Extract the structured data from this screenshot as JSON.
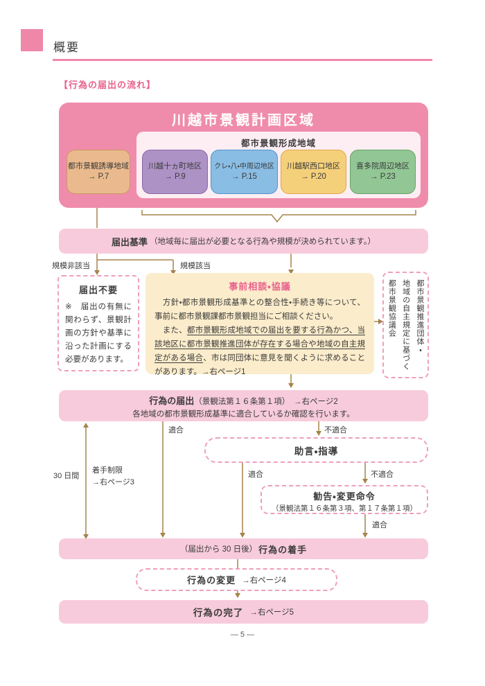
{
  "page": {
    "header_title": "概要",
    "section_label": "【行為の届出の流れ】",
    "page_number": "— 5 —"
  },
  "plan_area": {
    "title": "川越市景観計画区域",
    "induction": {
      "name": "都市景観誘導地域",
      "page_ref": "→ P.7",
      "color": "#eaba8e",
      "border": "#cb9660"
    },
    "formation": {
      "title": "都市景観形成地域",
      "districts": [
        {
          "name": "川越十ヵ町地区",
          "page_ref": "→ P.9",
          "color": "#ad92c6",
          "border": "#8968a8"
        },
        {
          "name": "クレ・八・中周辺地区",
          "page_ref": "→ P.15",
          "color": "#8abde4",
          "border": "#4f94cd"
        },
        {
          "name": "川越駅西口地区",
          "page_ref": "→ P.20",
          "color": "#f5d07a",
          "border": "#dfa845"
        },
        {
          "name": "喜多院周辺地区",
          "page_ref": "→ P.23",
          "color": "#92c795",
          "border": "#63a567"
        }
      ]
    }
  },
  "criteria": {
    "title": "届出基準",
    "note": "（地域毎に届出が必要となる行為や規模が決められています。）"
  },
  "branch_labels": {
    "scale_not_applicable": "規模非該当",
    "scale_applicable": "規模該当",
    "conform": "適合",
    "not_conform": "不適合",
    "days30": "30 日間",
    "start_restriction": "着手制限\n→右ページ3"
  },
  "no_notification": {
    "title": "届出不要",
    "body": "※　届出の有無に関わらず、景観計画の方針や基準に沿った計画にする必要があります。"
  },
  "consultation": {
    "title": "事前相談・協議",
    "p1": "　方針・都市景観形成基準との整合性・手続き等について、事前に都市景観課都市景観担当にご相談ください。",
    "p2_pre": "　また、",
    "p2_underline": "都市景観形成地域での届出を要する行為かつ、当該地区に都市景観推進団体が存在する場合や地域の自主規定がある場合",
    "p2_post": "、市は同団体に意見を聞くように求めることがあります。→右ページ1"
  },
  "council": {
    "text": "都市景観推進団体・\n地域の自主規定に基づく\n都市景観協議会"
  },
  "notification": {
    "title": "行為の届出",
    "ref": "（景観法第１６条第１項）　→右ページ2",
    "sub": "各地域の都市景観形成基準に適合しているか確認を行います。"
  },
  "advice": {
    "title": "助言・指導"
  },
  "recommendation": {
    "title": "勧告・変更命令",
    "note": "（景観法第１６条第３項、第１７条第１項）"
  },
  "start": {
    "pre": "（届出から 30 日後）",
    "title": "行為の着手"
  },
  "change": {
    "title": "行為の変更",
    "ref": "→右ページ4"
  },
  "complete": {
    "title": "行為の完了",
    "ref": "→右ページ5"
  },
  "colors": {
    "accent_pink": "#f08cab",
    "light_pink_box": "#f7cbdb",
    "pale_pink_panel": "#fdeef4",
    "dashed_border": "#ef9ebc",
    "cream_box": "#fbeccb",
    "title_pink_text": "#e8618c",
    "connector_brown": "#a5834b"
  }
}
